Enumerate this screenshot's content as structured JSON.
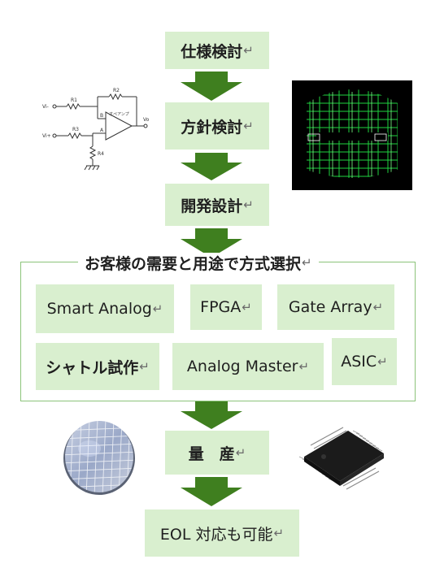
{
  "flow": {
    "step1": "仕様検討",
    "step2": "方針検討",
    "step3": "開発設計",
    "step4": "量　産",
    "step5": "EOL 対応も可能"
  },
  "selection": {
    "title": "お客様の需要と用途で方式選択",
    "options": [
      "Smart Analog",
      "FPGA",
      "Gate Array",
      "シャトル試作",
      "Analog Master",
      "ASIC"
    ]
  },
  "return_mark": "↵",
  "circuit": {
    "labels": [
      "Vi-",
      "Vi+",
      "R1",
      "R2",
      "R3",
      "R4",
      "Vo",
      "B",
      "A",
      "オペアンプ"
    ]
  },
  "colors": {
    "box_fill": "#d9efcf",
    "arrow": "#3f7f1f",
    "group_border": "#8cc47a"
  }
}
